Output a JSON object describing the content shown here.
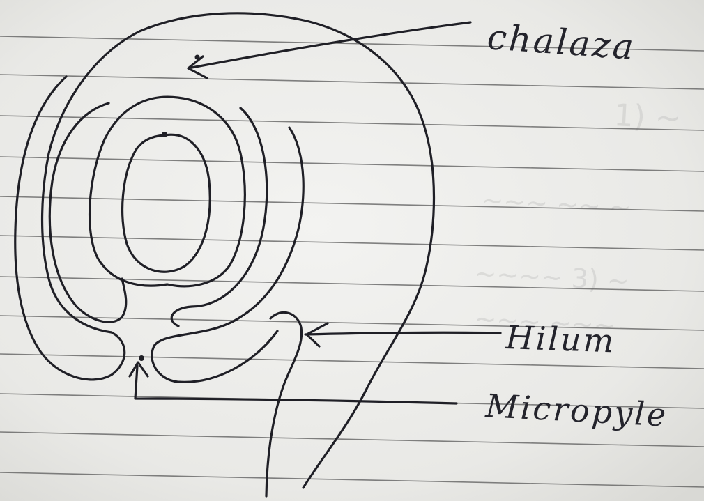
{
  "labels": {
    "chalaza": "chalaza",
    "hilum": "Hilum",
    "micropyle": "Micropyle"
  },
  "colors": {
    "paper": "#ececea",
    "ink": "#1f1f26",
    "ruled_line": "#5a5a5a"
  }
}
